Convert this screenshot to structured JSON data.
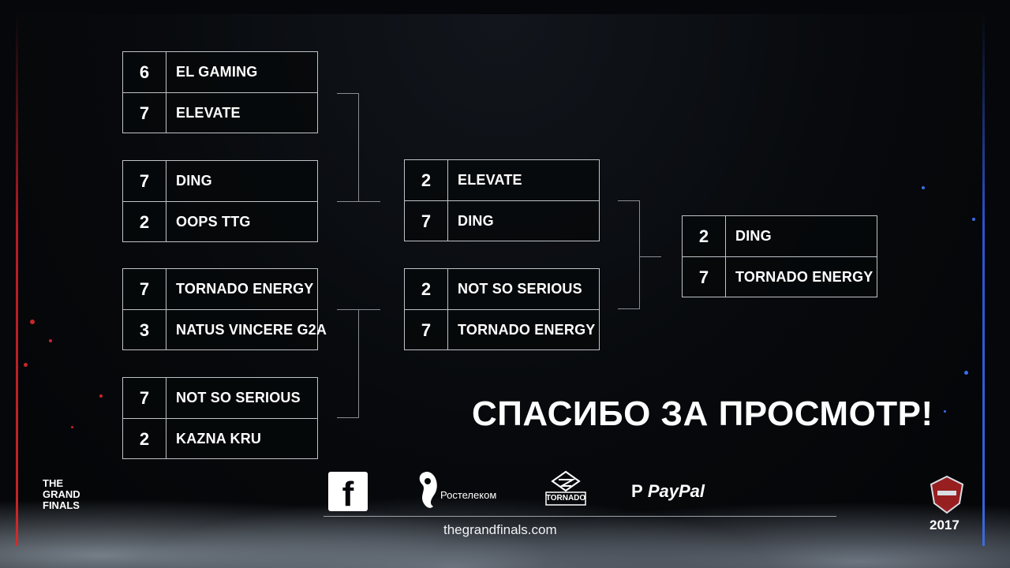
{
  "bracket": {
    "quarterfinals": [
      {
        "top": {
          "score": "6",
          "team": "EL GAMING"
        },
        "bottom": {
          "score": "7",
          "team": "ELEVATE"
        }
      },
      {
        "top": {
          "score": "7",
          "team": "DING"
        },
        "bottom": {
          "score": "2",
          "team": "OOPS TTG"
        }
      },
      {
        "top": {
          "score": "7",
          "team": "TORNADO ENERGY"
        },
        "bottom": {
          "score": "3",
          "team": "NATUS VINCERE G2A"
        }
      },
      {
        "top": {
          "score": "7",
          "team": "NOT SO SERIOUS"
        },
        "bottom": {
          "score": "2",
          "team": "KAZNA KRU"
        }
      }
    ],
    "semifinals": [
      {
        "top": {
          "score": "2",
          "team": "ELEVATE"
        },
        "bottom": {
          "score": "7",
          "team": "DING"
        }
      },
      {
        "top": {
          "score": "2",
          "team": "NOT SO SERIOUS"
        },
        "bottom": {
          "score": "7",
          "team": "TORNADO ENERGY"
        }
      }
    ],
    "final": {
      "top": {
        "score": "2",
        "team": "DING"
      },
      "bottom": {
        "score": "7",
        "team": "TORNADO ENERGY"
      }
    }
  },
  "message": "СПАСИБО ЗА ПРОСМОТР!",
  "sponsors": {
    "facebook_icon": "facebook-icon",
    "rostelecom": "Ростелеком",
    "tornado": "TORNADO",
    "paypal": "PayPal"
  },
  "footer": {
    "url": "thegrandfinals.com",
    "event_logo": [
      "THE",
      "GRAND",
      "FINALS"
    ],
    "year": "2017"
  },
  "colors": {
    "accent_red": "#d42a2a",
    "accent_blue": "#3a6ee8",
    "border": "#bfc3c8"
  }
}
